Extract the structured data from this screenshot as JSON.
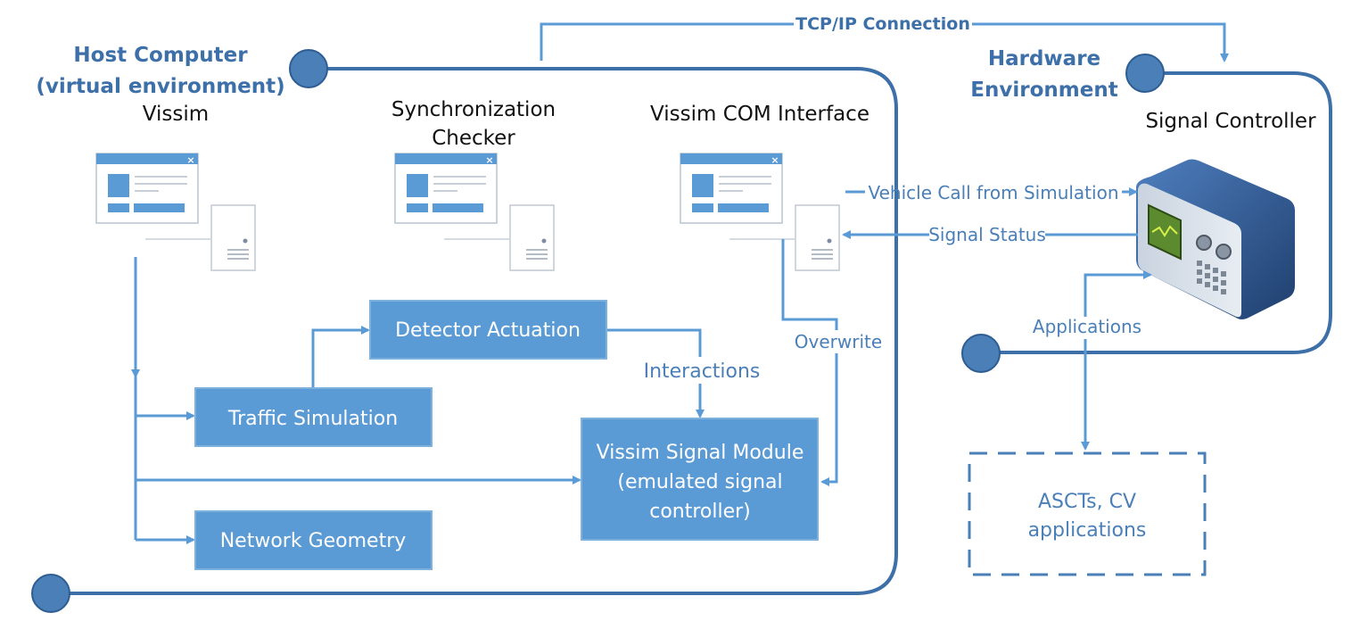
{
  "host": {
    "title_line1": "Host Computer",
    "title_line2": "(virtual environment)"
  },
  "hardware": {
    "title_line1": "Hardware",
    "title_line2": "Environment",
    "device_label": "Signal Controller"
  },
  "apps": {
    "vissim": "Vissim",
    "sync_line1": "Synchronization",
    "sync_line2": "Checker",
    "com": "Vissim COM Interface"
  },
  "boxes": {
    "detector": "Detector Actuation",
    "traffic": "Traffic Simulation",
    "network": "Network Geometry",
    "signal_line1": "Vissim Signal Module",
    "signal_line2": "(emulated signal",
    "signal_line3": "controller)",
    "ascts_line1": "ASCTs, CV",
    "ascts_line2": "applications"
  },
  "labels": {
    "tcp": "TCP/IP Connection",
    "vehicle_call": "Vehicle Call from Simulation",
    "signal_status": "Signal Status",
    "overwrite": "Overwrite",
    "interactions": "Interactions",
    "applications": "Applications"
  },
  "icons": {
    "window": "application-window-icon",
    "server": "server-tower-icon",
    "controller": "signal-controller-device-icon",
    "connector": "connector-dot-icon"
  },
  "colors": {
    "frame": "#3d6fa8",
    "box": "#5b9bd5",
    "text_blue": "#4a7fb8"
  }
}
